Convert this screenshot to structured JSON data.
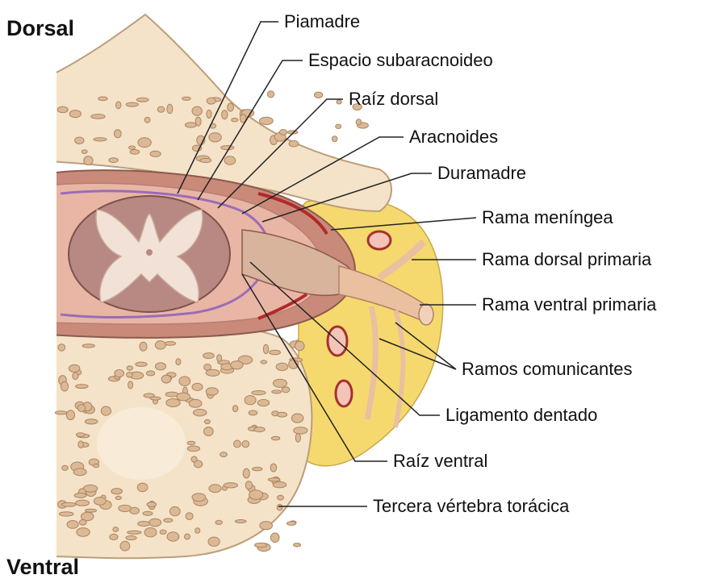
{
  "orientation": {
    "top": "Dorsal",
    "bottom": "Ventral"
  },
  "labels": {
    "piamadre": "Piamadre",
    "espacio_subaracnoideo": "Espacio subaracnoideo",
    "raiz_dorsal": "Raíz dorsal",
    "aracnoides": "Aracnoides",
    "duramadre": "Duramadre",
    "rama_meningea": "Rama meníngea",
    "rama_dorsal_primaria": "Rama dorsal primaria",
    "rama_ventral_primaria": "Rama ventral primaria",
    "ramos_comunicantes": "Ramos comunicantes",
    "ligamento_dentado": "Ligamento dentado",
    "raiz_ventral": "Raíz ventral",
    "tercera_vertebra_toracica": "Tercera vértebra torácica"
  },
  "colors": {
    "bone": "#f4e3c8",
    "bone_pore": "#dcb894",
    "fat": "#f5d96e",
    "dura": "#c98a7a",
    "csf_space": "#e9b6a5",
    "cord_white": "#b88882",
    "cord_gray": "#f1e1d6",
    "vessel": "#b22a2a",
    "nerve": "#e9c0a0",
    "leader": "#222222"
  }
}
